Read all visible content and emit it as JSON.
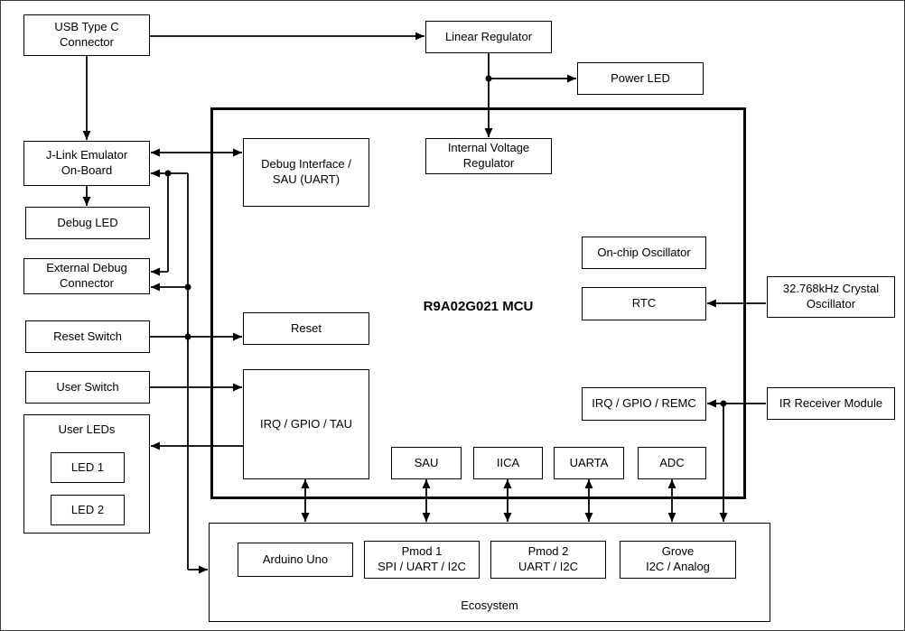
{
  "diagram": {
    "title": "R9A02G021 MCU",
    "colors": {
      "line": "#000000",
      "box_border": "#000000",
      "background": "#ffffff"
    },
    "boxes": {
      "usb": {
        "label": "USB Type C\nConnector"
      },
      "linear_regulator": {
        "label": "Linear Regulator"
      },
      "power_led": {
        "label": "Power LED"
      },
      "mcu": {
        "label": "R9A02G021 MCU"
      },
      "jlink": {
        "label": "J-Link Emulator\nOn-Board"
      },
      "debug_interface": {
        "label": "Debug Interface /\nSAU (UART)"
      },
      "internal_vreg": {
        "label": "Internal Voltage\nRegulator"
      },
      "debug_led": {
        "label": "Debug LED"
      },
      "ext_debug": {
        "label": "External Debug\nConnector"
      },
      "onchip_osc": {
        "label": "On-chip Oscillator"
      },
      "rtc": {
        "label": "RTC"
      },
      "crystal": {
        "label": "32.768kHz Crystal\nOscillator"
      },
      "reset_switch": {
        "label": "Reset Switch"
      },
      "reset": {
        "label": "Reset"
      },
      "user_switch": {
        "label": "User Switch"
      },
      "irq_gpio_tau": {
        "label": "IRQ / GPIO / TAU"
      },
      "irq_gpio_remc": {
        "label": "IRQ / GPIO / REMC"
      },
      "ir_receiver": {
        "label": "IR Receiver Module"
      },
      "user_leds": {
        "label": "User LEDs"
      },
      "led1": {
        "label": "LED 1"
      },
      "led2": {
        "label": "LED 2"
      },
      "sau": {
        "label": "SAU"
      },
      "iica": {
        "label": "IICA"
      },
      "uarta": {
        "label": "UARTA"
      },
      "adc": {
        "label": "ADC"
      },
      "ecosystem": {
        "label": "Ecosystem"
      },
      "arduino": {
        "label": "Arduino Uno"
      },
      "pmod1": {
        "label": "Pmod 1\nSPI / UART / I2C"
      },
      "pmod2": {
        "label": "Pmod 2\nUART / I2C"
      },
      "grove": {
        "label": "Grove\nI2C / Analog"
      }
    },
    "connections": [
      {
        "from": "usb",
        "to": "linear_regulator",
        "type": "arrow"
      },
      {
        "from": "usb",
        "to": "jlink",
        "type": "arrow"
      },
      {
        "from": "linear_regulator",
        "to": "power_led",
        "type": "arrow"
      },
      {
        "from": "linear_regulator",
        "to": "internal_vreg",
        "type": "arrow"
      },
      {
        "from": "jlink",
        "to": "debug_interface",
        "type": "bidirectional"
      },
      {
        "from": "debug_interface",
        "to": "jlink",
        "type": "arrow"
      },
      {
        "from": "debug_bus",
        "to": "ext_debug",
        "type": "arrow"
      },
      {
        "from": "debug_bus",
        "to": "ecosystem",
        "type": "arrow"
      },
      {
        "from": "jlink",
        "to": "debug_led",
        "type": "arrow"
      },
      {
        "from": "reset_switch",
        "to": "reset",
        "type": "arrow"
      },
      {
        "from": "user_switch",
        "to": "irq_gpio_tau",
        "type": "arrow"
      },
      {
        "from": "irq_gpio_tau",
        "to": "user_leds",
        "type": "arrow"
      },
      {
        "from": "irq_gpio_tau",
        "to": "ecosystem",
        "type": "bidirectional"
      },
      {
        "from": "sau",
        "to": "ecosystem",
        "type": "bidirectional"
      },
      {
        "from": "iica",
        "to": "ecosystem",
        "type": "bidirectional"
      },
      {
        "from": "uarta",
        "to": "ecosystem",
        "type": "bidirectional"
      },
      {
        "from": "adc",
        "to": "ecosystem",
        "type": "bidirectional"
      },
      {
        "from": "crystal",
        "to": "rtc",
        "type": "arrow"
      },
      {
        "from": "ir_receiver",
        "to": "irq_gpio_remc",
        "type": "arrow"
      },
      {
        "from": "ir_receiver",
        "to": "ecosystem",
        "type": "arrow"
      }
    ]
  }
}
